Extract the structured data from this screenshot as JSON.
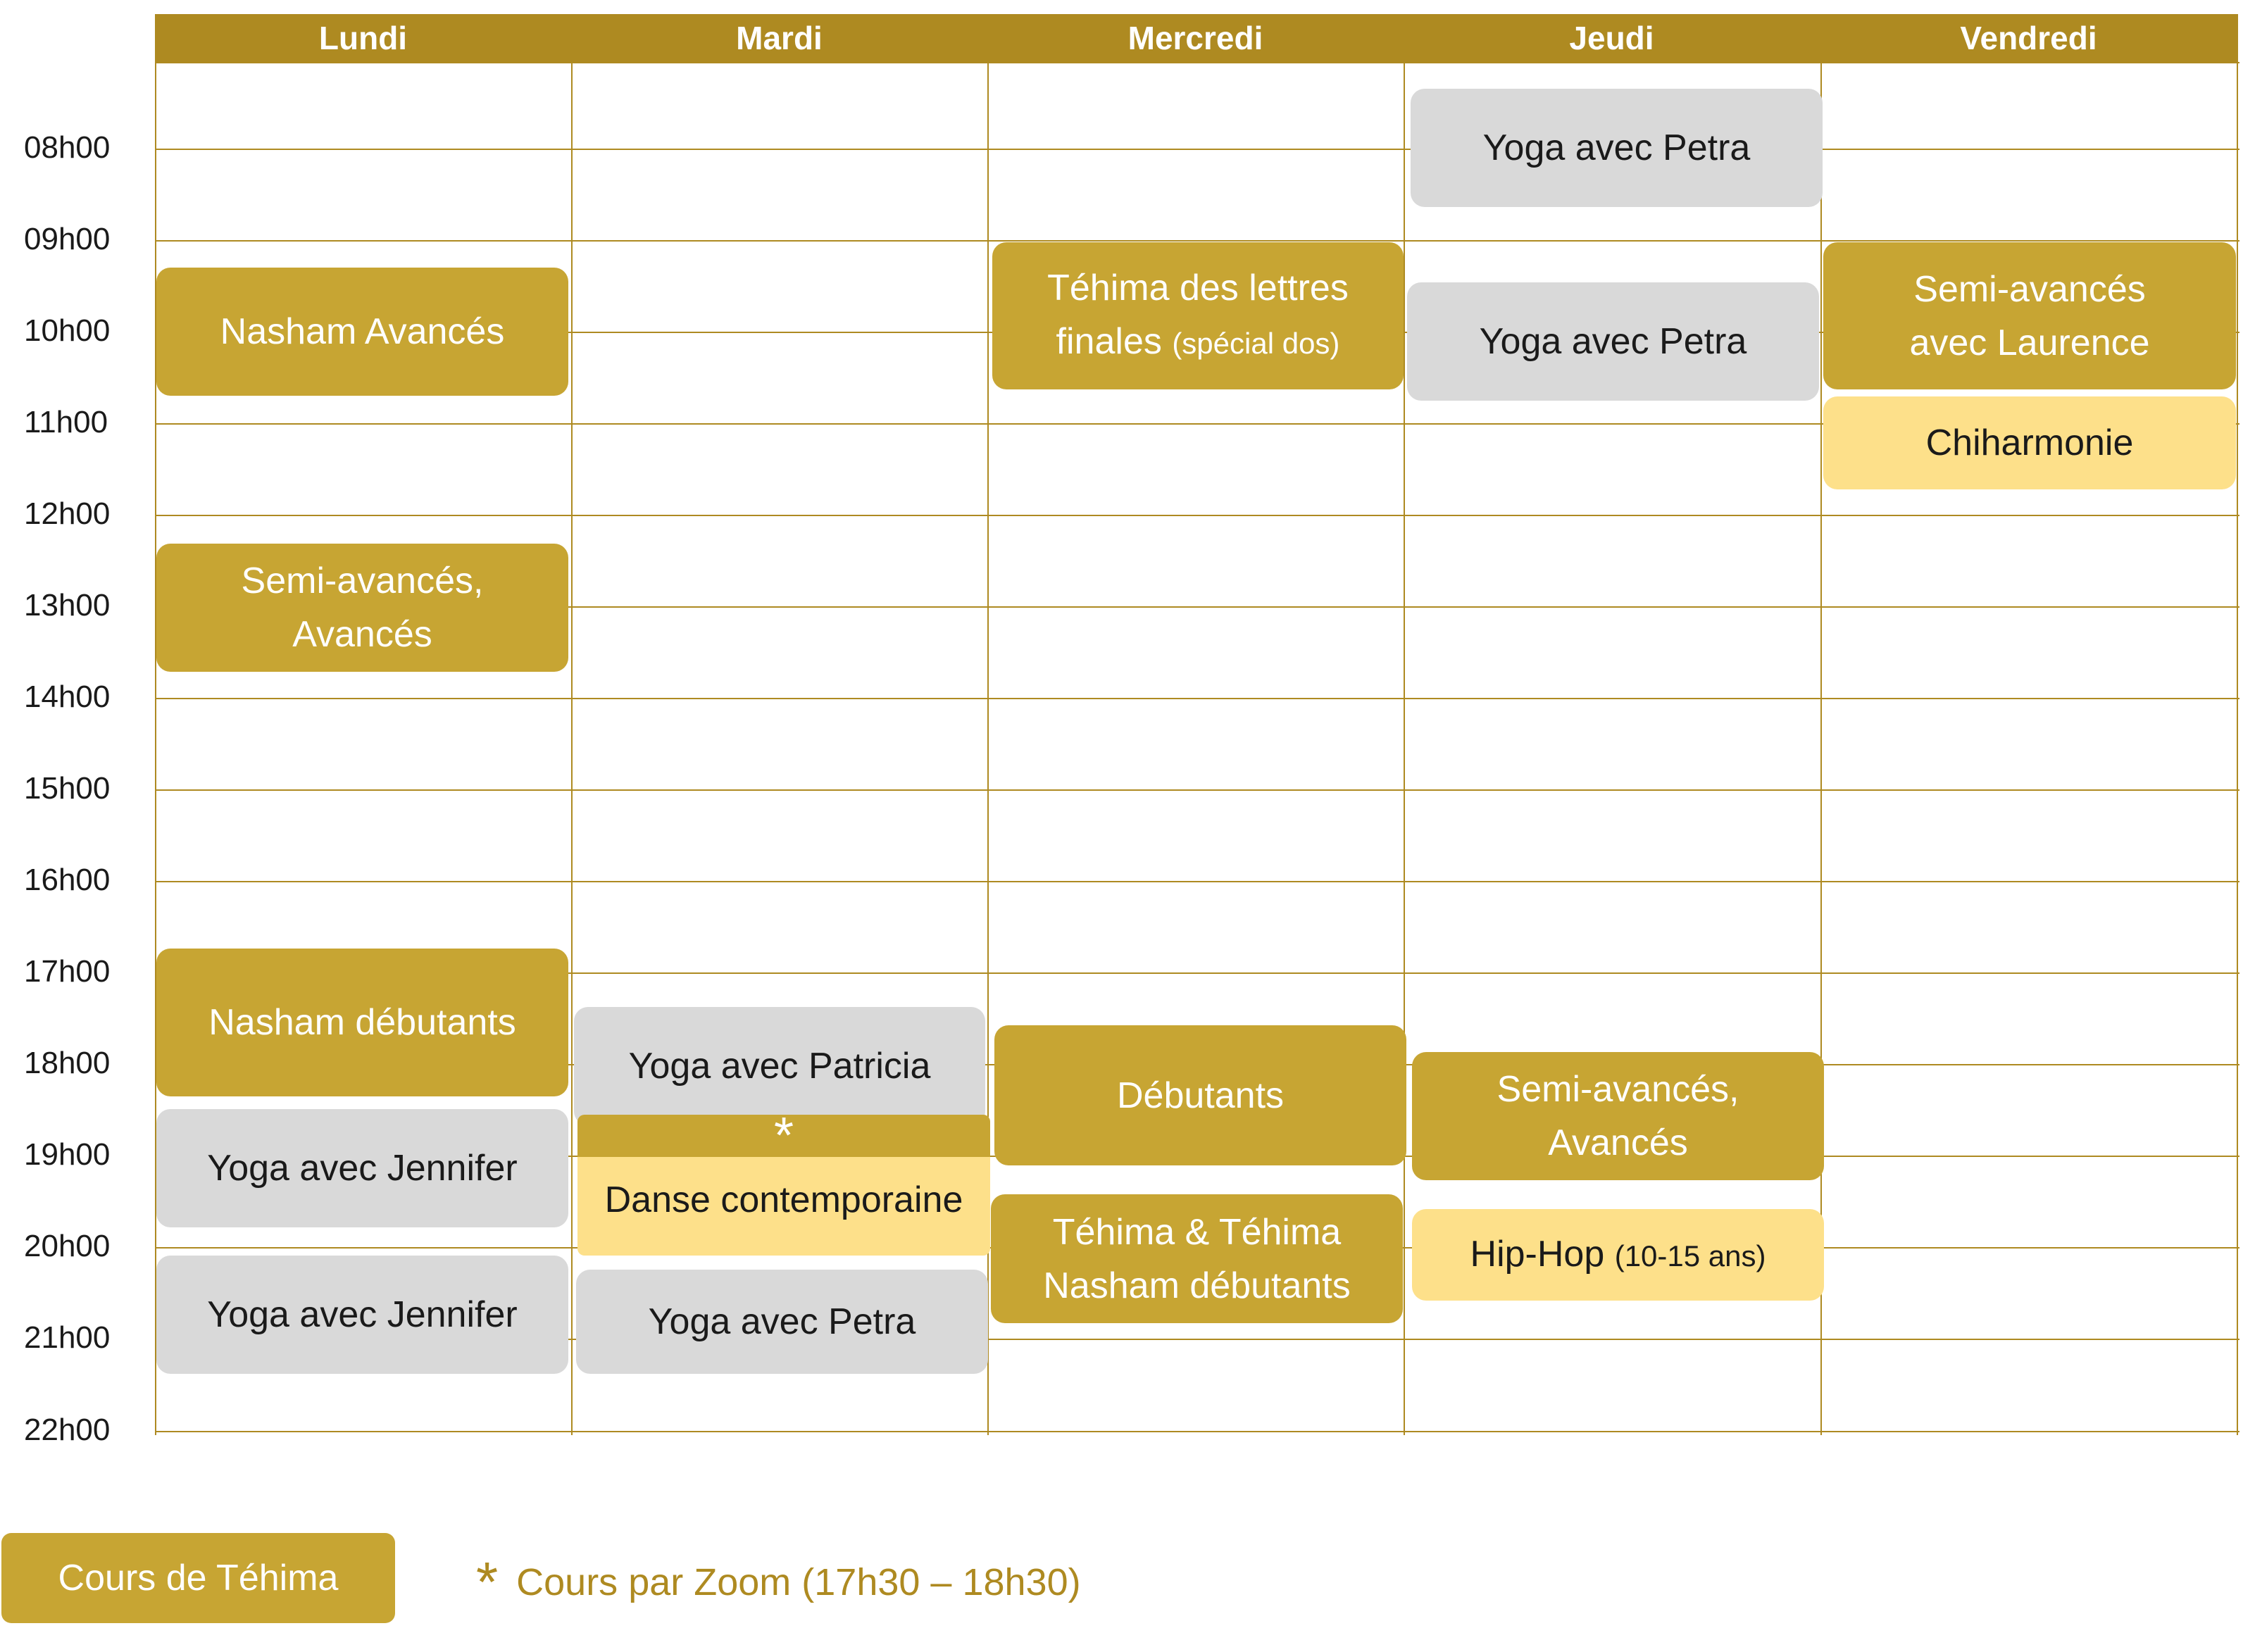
{
  "days": [
    "Lundi",
    "Mardi",
    "Mercredi",
    "Jeudi",
    "Vendredi"
  ],
  "hours": [
    "08h00",
    "09h00",
    "10h00",
    "11h00",
    "12h00",
    "13h00",
    "14h00",
    "15h00",
    "16h00",
    "17h00",
    "18h00",
    "19h00",
    "20h00",
    "21h00",
    "22h00"
  ],
  "events": {
    "lundi_nasham_avances": "Nasham Avancés",
    "lundi_semi_line1": "Semi-avancés,",
    "lundi_semi_line2": "Avancés",
    "lundi_nasham_debutants": "Nasham débutants",
    "lundi_yoga_jennifer_1": "Yoga avec Jennifer",
    "lundi_yoga_jennifer_2": "Yoga avec Jennifer",
    "mardi_yoga_patricia": "Yoga avec Patricia",
    "mardi_zoom_marker": "*",
    "mardi_danse": "Danse contemporaine",
    "mardi_yoga_petra": "Yoga avec Petra",
    "mercredi_tehima_line1": "Téhima des lettres",
    "mercredi_tehima_line2": "finales",
    "mercredi_tehima_note": "(spécial dos)",
    "mercredi_debutants": "Débutants",
    "mercredi_tehima_nasham_line1": "Téhima & Téhima",
    "mercredi_tehima_nasham_line2": "Nasham débutants",
    "jeudi_yoga_petra_1": "Yoga avec Petra",
    "jeudi_yoga_petra_2": "Yoga avec Petra",
    "jeudi_semi_line1": "Semi-avancés,",
    "jeudi_semi_line2": "Avancés",
    "jeudi_hiphop": "Hip-Hop",
    "jeudi_hiphop_note": "(10-15 ans)",
    "vendredi_semi_line1": "Semi-avancés",
    "vendredi_semi_line2": "avec Laurence",
    "vendredi_chiharmonie": "Chiharmonie"
  },
  "legend": {
    "tehima_label": "Cours de Téhima",
    "zoom_marker": "*",
    "zoom_label": "Cours par Zoom (17h30 – 18h30)"
  },
  "colors": {
    "tehima_course": "#c7a533",
    "header": "#ae8a21",
    "yoga_course": "#d9d9d9",
    "other_course": "#fde08a"
  }
}
